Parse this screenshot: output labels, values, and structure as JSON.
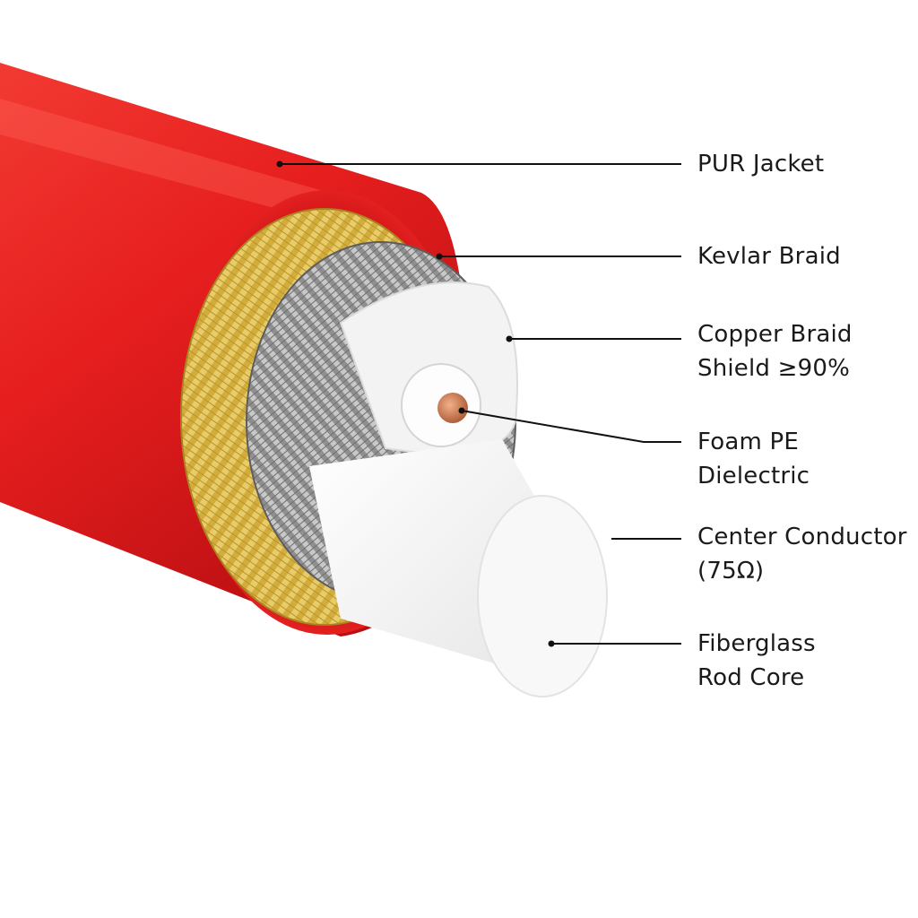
{
  "colors": {
    "jacket": "#e61e1e",
    "kevlar": "#d9b84a",
    "copper_braid": "#a9a9a9",
    "dielectric": "#f4f4f4",
    "conductor": "#c8764a",
    "core": "#f7f7f7",
    "leader": "#111111"
  },
  "labels": [
    {
      "id": "pur-jacket",
      "lines": [
        "PUR Jacket"
      ]
    },
    {
      "id": "kevlar-braid",
      "lines": [
        "Kevlar Braid"
      ]
    },
    {
      "id": "copper-braid-shield",
      "lines": [
        "Copper Braid",
        "Shield ≥90%"
      ]
    },
    {
      "id": "foam-pe-dielectric",
      "lines": [
        "Foam PE Dielectric"
      ]
    },
    {
      "id": "center-conductor",
      "lines": [
        "Center Conductor",
        "(75Ω)"
      ]
    },
    {
      "id": "fiberglass-rod-core",
      "lines": [
        "Fiberglass",
        "Rod Core"
      ]
    }
  ]
}
